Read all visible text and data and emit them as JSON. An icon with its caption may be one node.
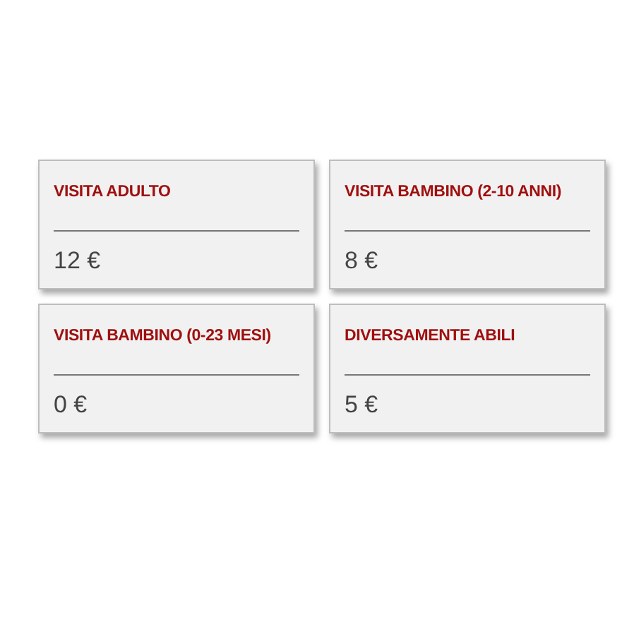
{
  "diagram": {
    "nodes": [
      {
        "text": [
          "VISITA ADULTO",
          "12 €"
        ]
      },
      {
        "text": [
          "VISITA BAMBINO (2-10 ANNI)",
          "8 €"
        ]
      },
      {
        "text": [
          "VISITA BAMBINO (0-23 MESI)",
          "0 €"
        ]
      },
      {
        "text": [
          "DIVERSAMENTE ABILI",
          "5 €"
        ]
      }
    ],
    "edges": []
  }
}
